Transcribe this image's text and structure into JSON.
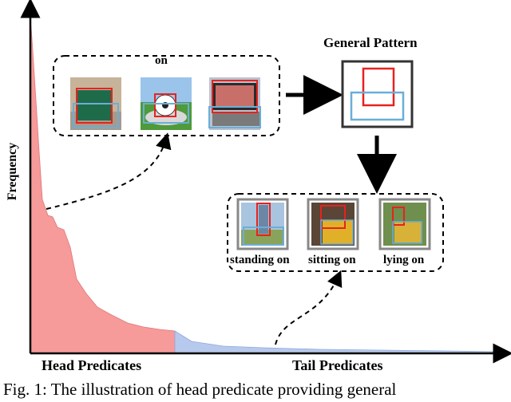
{
  "figure": {
    "y_axis_label": "Frequency",
    "head_label": "Head Predicates",
    "tail_label": "Tail Predicates",
    "head_predicate_label": "on",
    "general_pattern_label": "General Pattern",
    "tail_predicate_labels": [
      "standing on",
      "sitting on",
      "lying on"
    ]
  },
  "caption": "Fig. 1: The illustration of head predicate providing general",
  "colors": {
    "head_fill": "#f69a9a",
    "tail_fill": "#b7c9ec",
    "subject_box": "#e8221f",
    "object_box": "#6aaed8",
    "axis": "#000000"
  }
}
